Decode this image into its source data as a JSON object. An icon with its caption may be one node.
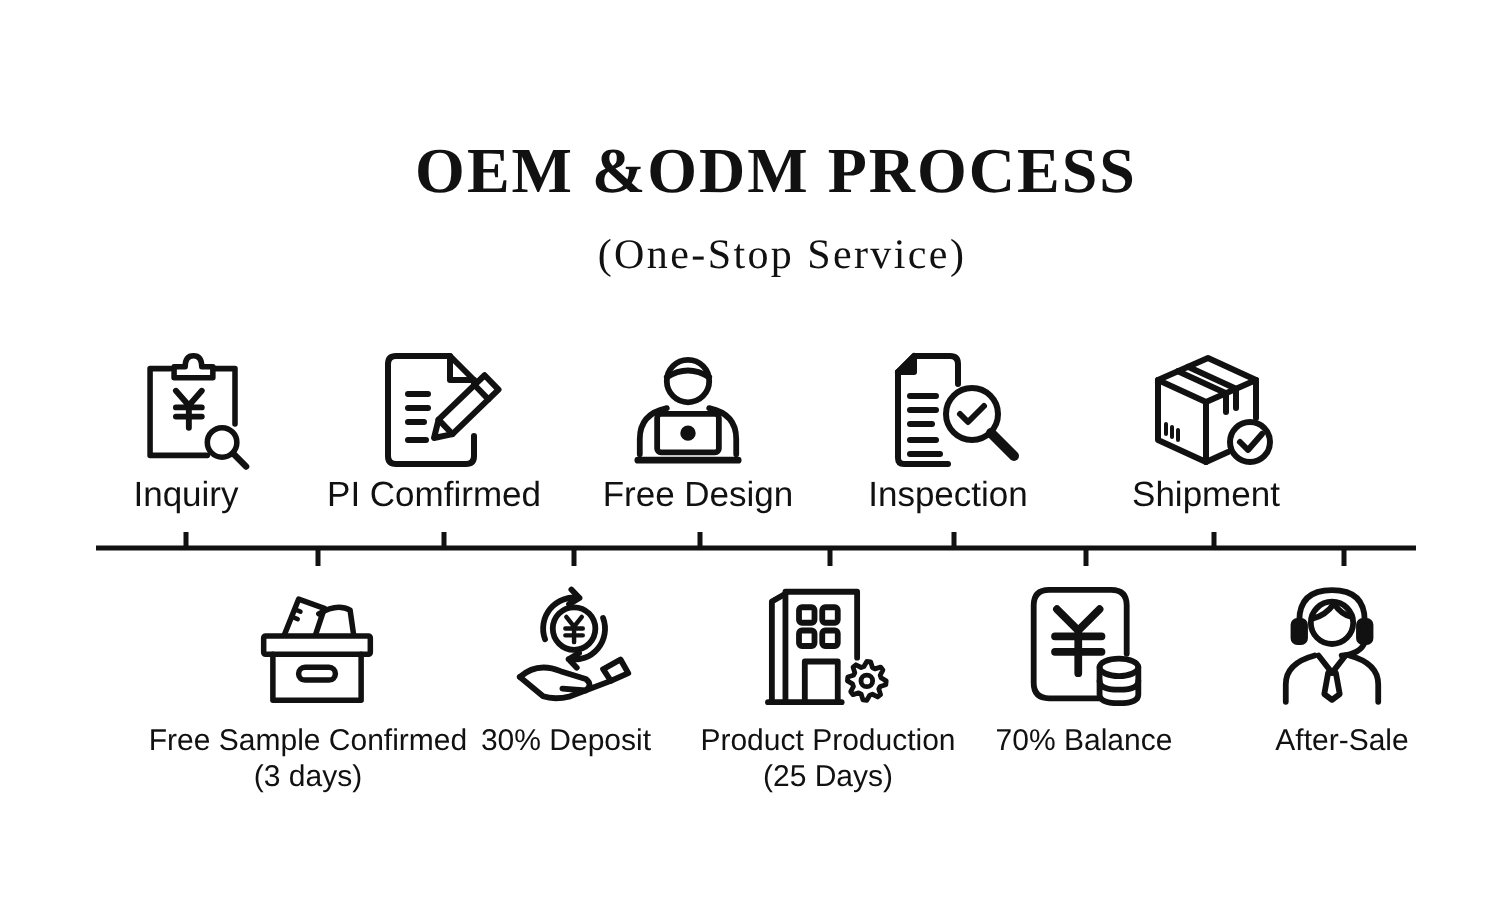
{
  "diagram": {
    "title": "OEM &ODM PROCESS",
    "nodes": [
      {
        "text": [
          "Inquiry"
        ]
      },
      {
        "text": [
          "Free Sample Confirmed (3 days)"
        ]
      },
      {
        "text": [
          "PI Comfirmed"
        ]
      },
      {
        "text": [
          "30% Deposit"
        ]
      },
      {
        "text": [
          "Free Design"
        ]
      },
      {
        "text": [
          "Product Production (25 Days)"
        ]
      },
      {
        "text": [
          "Inspection"
        ]
      },
      {
        "text": [
          "70% Balance"
        ]
      },
      {
        "text": [
          "Shipment"
        ]
      },
      {
        "text": [
          "After-Sale"
        ]
      }
    ],
    "labels": [
      "(One-Stop Service)"
    ]
  }
}
